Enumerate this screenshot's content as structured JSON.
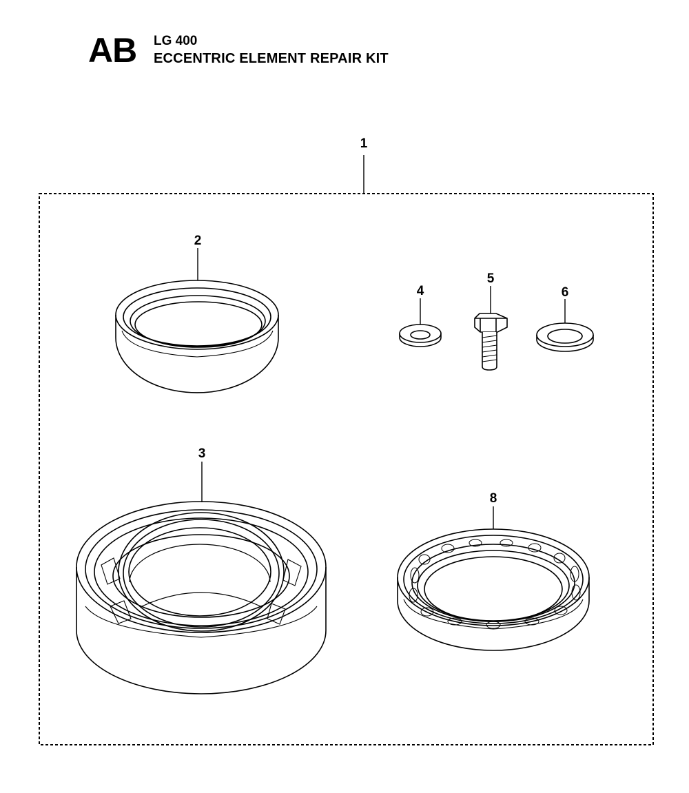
{
  "header": {
    "section_code": "AB",
    "model": "LG 400",
    "title": "ECCENTRIC ELEMENT REPAIR KIT"
  },
  "callouts": {
    "kit": "1",
    "seal_large": "2",
    "bearing_large": "3",
    "washer_small": "4",
    "bolt": "5",
    "washer_medium": "6",
    "bearing_thin": "8"
  },
  "colors": {
    "line": "#000000",
    "background": "#ffffff"
  }
}
